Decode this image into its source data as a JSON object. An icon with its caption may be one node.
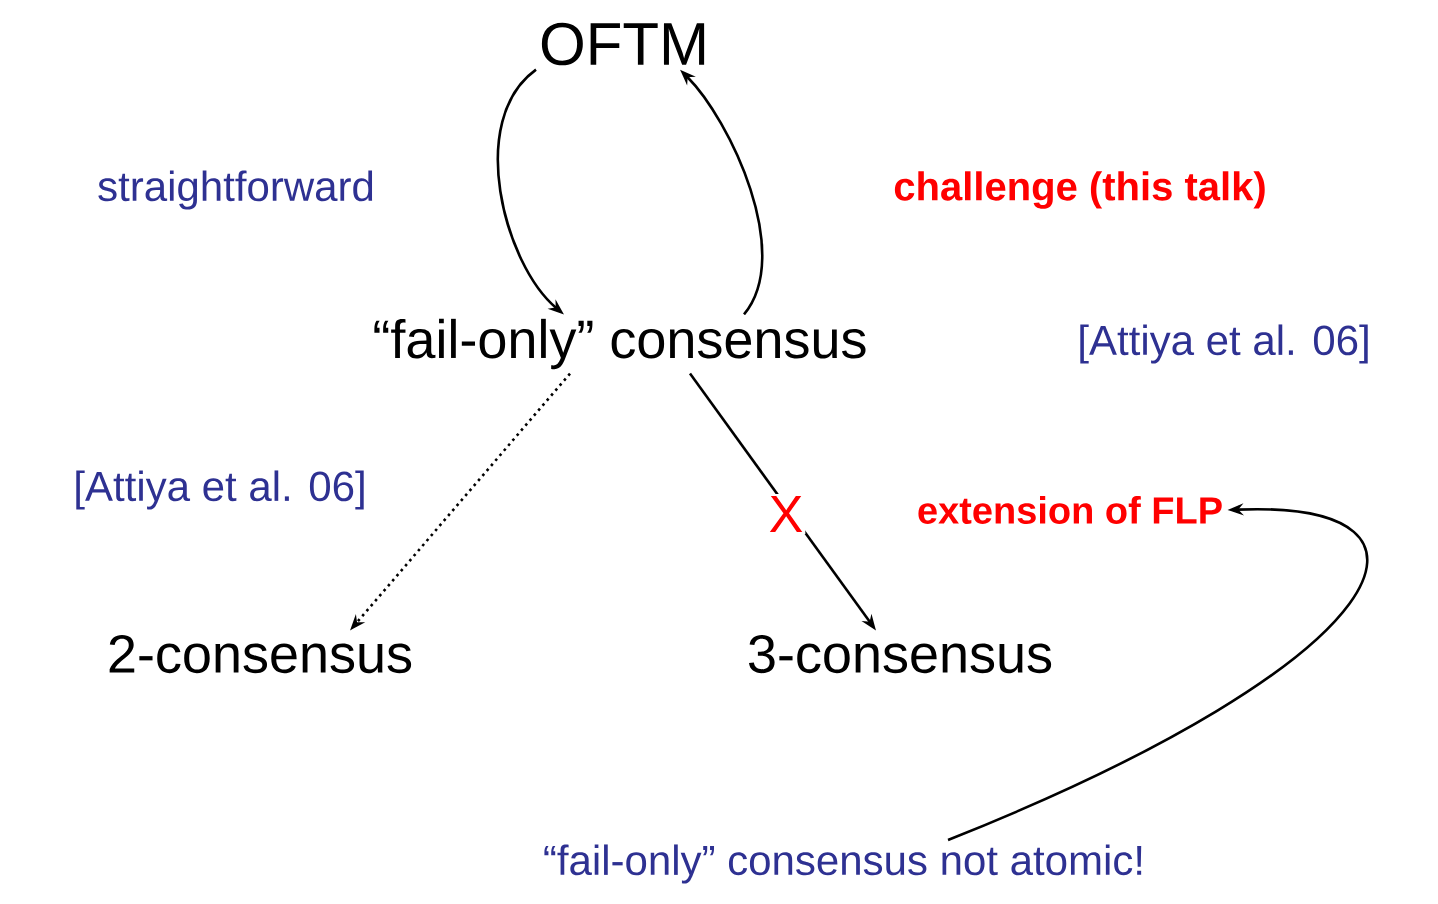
{
  "diagram": {
    "nodes": [
      {
        "text": [
          "OFTM"
        ]
      },
      {
        "text": [
          "“fail-only” consensus"
        ]
      },
      {
        "text": [
          "2-consensus"
        ]
      },
      {
        "text": [
          "3-consensus"
        ]
      },
      {
        "text": [
          "extension of FLP"
        ]
      },
      {
        "text": [
          "“fail-only” consensus not atomic!"
        ]
      }
    ],
    "edges": [
      {
        "from": 0,
        "to": 1,
        "arrow": "to",
        "label": "straightforward"
      },
      {
        "from": 1,
        "to": 0,
        "arrow": "to",
        "label": "challenge (this talk)"
      },
      {
        "from": 1,
        "to": 2,
        "arrow": "to",
        "style": "dashed",
        "label": "[Attiya et al. 06]"
      },
      {
        "from": 1,
        "to": 3,
        "arrow": "to",
        "label": "X"
      },
      {
        "from": 5,
        "to": 4,
        "arrow": "to"
      }
    ],
    "labels": [
      "[Attiya et al. 06]"
    ]
  }
}
